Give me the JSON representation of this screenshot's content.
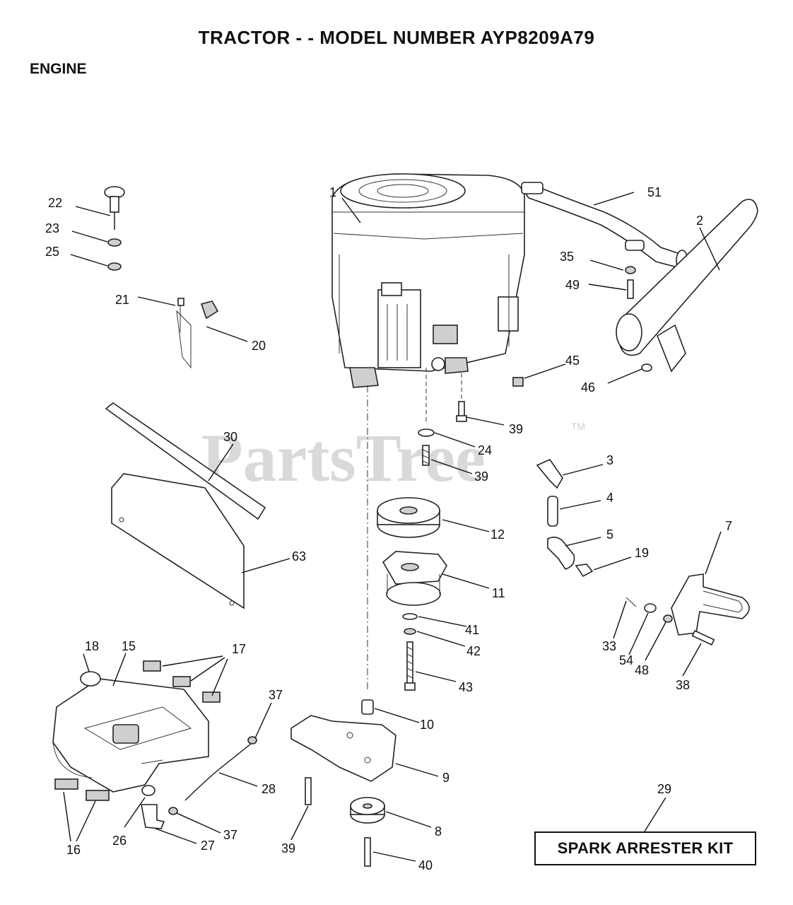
{
  "title": "TRACTOR - - MODEL NUMBER AYP8209A79",
  "section": "ENGINE",
  "watermark": {
    "text": "PartsTree",
    "tm": "TM"
  },
  "kit_box": {
    "label": "SPARK ARRESTER KIT"
  },
  "callouts": [
    "1",
    "2",
    "3",
    "4",
    "5",
    "7",
    "8",
    "9",
    "10",
    "11",
    "12",
    "15",
    "16",
    "17",
    "18",
    "19",
    "20",
    "21",
    "22",
    "23",
    "24",
    "25",
    "26",
    "27",
    "28",
    "29",
    "30",
    "33",
    "35",
    "37",
    "37",
    "38",
    "39",
    "39",
    "39",
    "40",
    "41",
    "42",
    "43",
    "45",
    "46",
    "48",
    "49",
    "51",
    "54",
    "63"
  ],
  "colors": {
    "ink": "#111111",
    "watermark": "#d9d9d9",
    "background": "#ffffff"
  }
}
